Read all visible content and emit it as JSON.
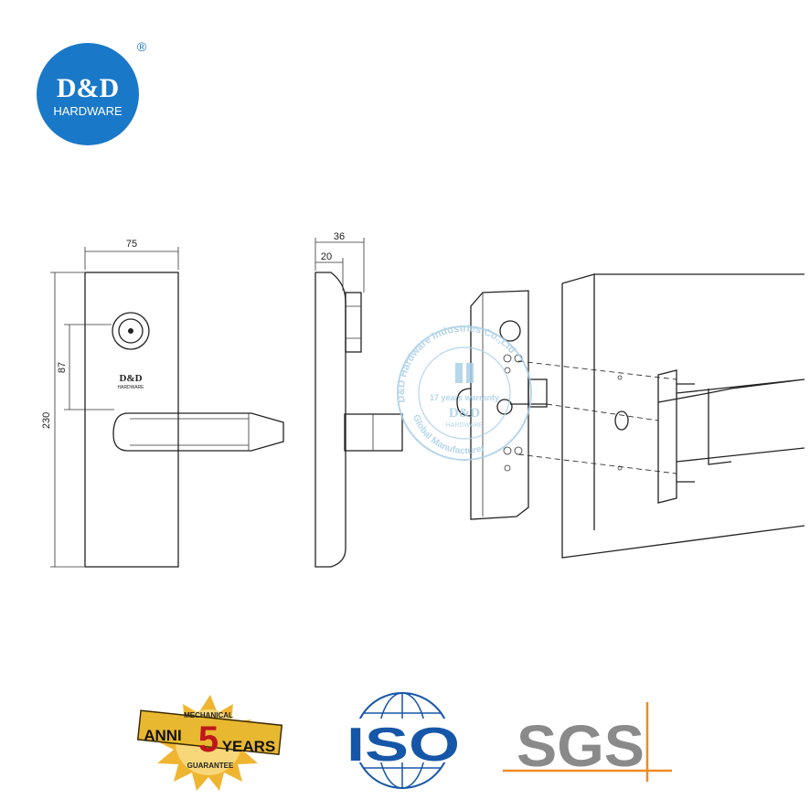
{
  "logo": {
    "brand": "D&D",
    "subtitle": "HARDWARE",
    "registered": "®",
    "color": "#1a78c8"
  },
  "front_view": {
    "width_dim": "75",
    "height_dim": "230",
    "cylinder_offset_dim": "87",
    "plate_brand": "D&D",
    "plate_subtitle": "HARDWARE"
  },
  "side_view": {
    "depth_dim": "36",
    "plate_dim": "20"
  },
  "watermark": {
    "top_text": "D&D Hardware Industries Co.,Ltd",
    "middle_text": "17 years warranty",
    "brand": "D&D",
    "subtitle": "HARDWARE",
    "bottom_text": "Global Manufacturer",
    "color": "#a9cfe8"
  },
  "badges": {
    "guarantee": {
      "top": "MECHANICAL",
      "left": "ANNI",
      "number": "5",
      "right": "YEARS",
      "bottom": "GUARANTEE"
    },
    "iso": {
      "text": "ISO",
      "color": "#1656a8"
    },
    "sgs": {
      "text": "SGS",
      "color": "#8a8a8a",
      "line_color": "#f08a24"
    }
  }
}
